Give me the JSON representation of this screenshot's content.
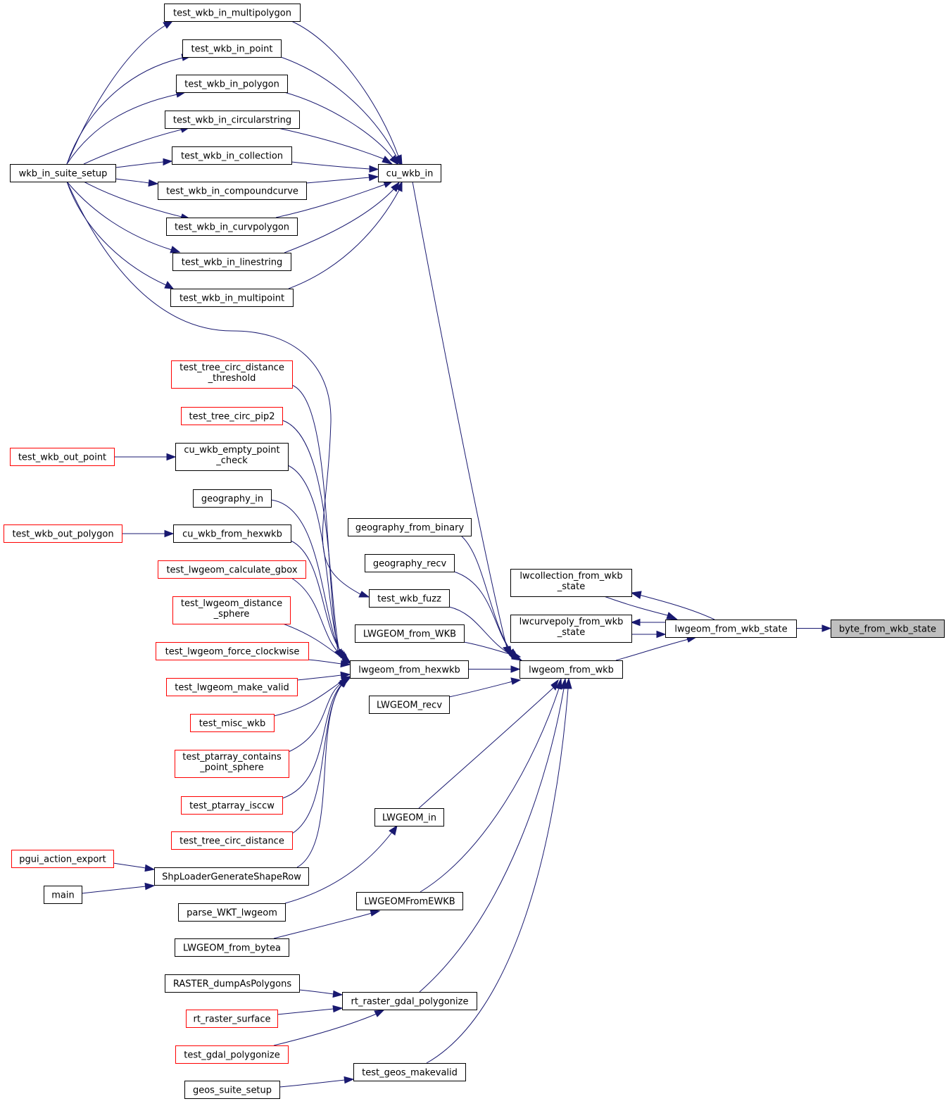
{
  "colors": {
    "edge": "#191970",
    "node_border": "#000000",
    "node_border_truncated": "#ff0000",
    "target_fill": "#bfbfbf",
    "background": "#ffffff"
  },
  "nodes": {
    "byte_from_wkb_state": {
      "lines": [
        "byte_from_wkb_state"
      ],
      "style": "target"
    },
    "lwgeom_from_wkb_state": {
      "lines": [
        "lwgeom_from_wkb_state"
      ],
      "style": "normal"
    },
    "lwcollection_from_wkb_state": {
      "lines": [
        "lwcollection_from_wkb",
        "_state"
      ],
      "style": "normal"
    },
    "lwcurvepoly_from_wkb_state": {
      "lines": [
        "lwcurvepoly_from_wkb",
        "_state"
      ],
      "style": "normal"
    },
    "lwgeom_from_wkb": {
      "lines": [
        "lwgeom_from_wkb"
      ],
      "style": "normal"
    },
    "cu_wkb_in": {
      "lines": [
        "cu_wkb_in"
      ],
      "style": "normal"
    },
    "geography_from_binary": {
      "lines": [
        "geography_from_binary"
      ],
      "style": "normal"
    },
    "geography_recv": {
      "lines": [
        "geography_recv"
      ],
      "style": "normal"
    },
    "test_wkb_fuzz": {
      "lines": [
        "test_wkb_fuzz"
      ],
      "style": "normal"
    },
    "LWGEOM_from_WKB": {
      "lines": [
        "LWGEOM_from_WKB"
      ],
      "style": "normal"
    },
    "lwgeom_from_hexwkb": {
      "lines": [
        "lwgeom_from_hexwkb"
      ],
      "style": "normal"
    },
    "LWGEOM_recv": {
      "lines": [
        "LWGEOM_recv"
      ],
      "style": "normal"
    },
    "LWGEOM_in": {
      "lines": [
        "LWGEOM_in"
      ],
      "style": "normal"
    },
    "LWGEOMFromEWKB": {
      "lines": [
        "LWGEOMFromEWKB"
      ],
      "style": "normal"
    },
    "rt_raster_gdal_polygonize": {
      "lines": [
        "rt_raster_gdal_polygonize"
      ],
      "style": "normal"
    },
    "test_geos_makevalid": {
      "lines": [
        "test_geos_makevalid"
      ],
      "style": "normal"
    },
    "test_wkb_in_multipolygon": {
      "lines": [
        "test_wkb_in_multipolygon"
      ],
      "style": "normal"
    },
    "test_wkb_in_point": {
      "lines": [
        "test_wkb_in_point"
      ],
      "style": "normal"
    },
    "test_wkb_in_polygon": {
      "lines": [
        "test_wkb_in_polygon"
      ],
      "style": "normal"
    },
    "test_wkb_in_circularstring": {
      "lines": [
        "test_wkb_in_circularstring"
      ],
      "style": "normal"
    },
    "test_wkb_in_collection": {
      "lines": [
        "test_wkb_in_collection"
      ],
      "style": "normal"
    },
    "test_wkb_in_compoundcurve": {
      "lines": [
        "test_wkb_in_compoundcurve"
      ],
      "style": "normal"
    },
    "test_wkb_in_curvpolygon": {
      "lines": [
        "test_wkb_in_curvpolygon"
      ],
      "style": "normal"
    },
    "test_wkb_in_linestring": {
      "lines": [
        "test_wkb_in_linestring"
      ],
      "style": "normal"
    },
    "test_wkb_in_multipoint": {
      "lines": [
        "test_wkb_in_multipoint"
      ],
      "style": "normal"
    },
    "wkb_in_suite_setup": {
      "lines": [
        "wkb_in_suite_setup"
      ],
      "style": "normal"
    },
    "test_tree_circ_distance_threshold": {
      "lines": [
        "test_tree_circ_distance",
        "_threshold"
      ],
      "style": "red"
    },
    "test_tree_circ_pip2": {
      "lines": [
        "test_tree_circ_pip2"
      ],
      "style": "red"
    },
    "cu_wkb_empty_point_check": {
      "lines": [
        "cu_wkb_empty_point",
        "_check"
      ],
      "style": "normal"
    },
    "test_wkb_out_point": {
      "lines": [
        "test_wkb_out_point"
      ],
      "style": "red"
    },
    "geography_in": {
      "lines": [
        "geography_in"
      ],
      "style": "normal"
    },
    "cu_wkb_from_hexwkb": {
      "lines": [
        "cu_wkb_from_hexwkb"
      ],
      "style": "normal"
    },
    "test_wkb_out_polygon": {
      "lines": [
        "test_wkb_out_polygon"
      ],
      "style": "red"
    },
    "test_lwgeom_calculate_gbox": {
      "lines": [
        "test_lwgeom_calculate_gbox"
      ],
      "style": "red"
    },
    "test_lwgeom_distance_sphere": {
      "lines": [
        "test_lwgeom_distance",
        "_sphere"
      ],
      "style": "red"
    },
    "test_lwgeom_force_clockwise": {
      "lines": [
        "test_lwgeom_force_clockwise"
      ],
      "style": "red"
    },
    "test_lwgeom_make_valid": {
      "lines": [
        "test_lwgeom_make_valid"
      ],
      "style": "red"
    },
    "test_misc_wkb": {
      "lines": [
        "test_misc_wkb"
      ],
      "style": "red"
    },
    "test_ptarray_contains_point_sphere": {
      "lines": [
        "test_ptarray_contains",
        "_point_sphere"
      ],
      "style": "red"
    },
    "test_ptarray_isccw": {
      "lines": [
        "test_ptarray_isccw"
      ],
      "style": "red"
    },
    "test_tree_circ_distance": {
      "lines": [
        "test_tree_circ_distance"
      ],
      "style": "red"
    },
    "ShpLoaderGenerateShapeRow": {
      "lines": [
        "ShpLoaderGenerateShapeRow"
      ],
      "style": "normal"
    },
    "pgui_action_export": {
      "lines": [
        "pgui_action_export"
      ],
      "style": "red"
    },
    "main": {
      "lines": [
        "main"
      ],
      "style": "normal"
    },
    "parse_WKT_lwgeom": {
      "lines": [
        "parse_WKT_lwgeom"
      ],
      "style": "normal"
    },
    "LWGEOM_from_bytea": {
      "lines": [
        "LWGEOM_from_bytea"
      ],
      "style": "normal"
    },
    "RASTER_dumpAsPolygons": {
      "lines": [
        "RASTER_dumpAsPolygons"
      ],
      "style": "normal"
    },
    "rt_raster_surface": {
      "lines": [
        "rt_raster_surface"
      ],
      "style": "red"
    },
    "test_gdal_polygonize": {
      "lines": [
        "test_gdal_polygonize"
      ],
      "style": "red"
    },
    "geos_suite_setup": {
      "lines": [
        "geos_suite_setup"
      ],
      "style": "normal"
    }
  },
  "edges": [
    {
      "from": "lwgeom_from_wkb_state",
      "to": "byte_from_wkb_state"
    },
    {
      "from": "lwcollection_from_wkb_state",
      "to": "lwgeom_from_wkb_state"
    },
    {
      "from": "lwgeom_from_wkb_state",
      "to": "lwcollection_from_wkb_state"
    },
    {
      "from": "lwcurvepoly_from_wkb_state",
      "to": "lwgeom_from_wkb_state"
    },
    {
      "from": "lwgeom_from_wkb_state",
      "to": "lwcurvepoly_from_wkb_state"
    },
    {
      "from": "lwgeom_from_wkb",
      "to": "lwgeom_from_wkb_state"
    },
    {
      "from": "cu_wkb_in",
      "to": "lwgeom_from_wkb"
    },
    {
      "from": "geography_from_binary",
      "to": "lwgeom_from_wkb"
    },
    {
      "from": "geography_recv",
      "to": "lwgeom_from_wkb"
    },
    {
      "from": "test_wkb_fuzz",
      "to": "lwgeom_from_wkb"
    },
    {
      "from": "LWGEOM_from_WKB",
      "to": "lwgeom_from_wkb"
    },
    {
      "from": "lwgeom_from_hexwkb",
      "to": "lwgeom_from_wkb"
    },
    {
      "from": "LWGEOM_recv",
      "to": "lwgeom_from_wkb"
    },
    {
      "from": "LWGEOM_in",
      "to": "lwgeom_from_wkb"
    },
    {
      "from": "LWGEOMFromEWKB",
      "to": "lwgeom_from_wkb"
    },
    {
      "from": "rt_raster_gdal_polygonize",
      "to": "lwgeom_from_wkb"
    },
    {
      "from": "test_geos_makevalid",
      "to": "lwgeom_from_wkb"
    },
    {
      "from": "test_wkb_in_multipolygon",
      "to": "cu_wkb_in"
    },
    {
      "from": "test_wkb_in_point",
      "to": "cu_wkb_in"
    },
    {
      "from": "test_wkb_in_polygon",
      "to": "cu_wkb_in"
    },
    {
      "from": "test_wkb_in_circularstring",
      "to": "cu_wkb_in"
    },
    {
      "from": "test_wkb_in_collection",
      "to": "cu_wkb_in"
    },
    {
      "from": "test_wkb_in_compoundcurve",
      "to": "cu_wkb_in"
    },
    {
      "from": "test_wkb_in_curvpolygon",
      "to": "cu_wkb_in"
    },
    {
      "from": "test_wkb_in_linestring",
      "to": "cu_wkb_in"
    },
    {
      "from": "test_wkb_in_multipoint",
      "to": "cu_wkb_in"
    },
    {
      "from": "wkb_in_suite_setup",
      "to": "test_wkb_in_multipolygon"
    },
    {
      "from": "wkb_in_suite_setup",
      "to": "test_wkb_in_point"
    },
    {
      "from": "wkb_in_suite_setup",
      "to": "test_wkb_in_polygon"
    },
    {
      "from": "wkb_in_suite_setup",
      "to": "test_wkb_in_circularstring"
    },
    {
      "from": "wkb_in_suite_setup",
      "to": "test_wkb_in_collection"
    },
    {
      "from": "wkb_in_suite_setup",
      "to": "test_wkb_in_compoundcurve"
    },
    {
      "from": "wkb_in_suite_setup",
      "to": "test_wkb_in_curvpolygon"
    },
    {
      "from": "wkb_in_suite_setup",
      "to": "test_wkb_in_linestring"
    },
    {
      "from": "wkb_in_suite_setup",
      "to": "test_wkb_in_multipoint"
    },
    {
      "from": "wkb_in_suite_setup",
      "to": "test_wkb_fuzz"
    },
    {
      "from": "test_tree_circ_distance_threshold",
      "to": "lwgeom_from_hexwkb"
    },
    {
      "from": "test_tree_circ_pip2",
      "to": "lwgeom_from_hexwkb"
    },
    {
      "from": "cu_wkb_empty_point_check",
      "to": "lwgeom_from_hexwkb"
    },
    {
      "from": "test_wkb_out_point",
      "to": "cu_wkb_empty_point_check"
    },
    {
      "from": "geography_in",
      "to": "lwgeom_from_hexwkb"
    },
    {
      "from": "cu_wkb_from_hexwkb",
      "to": "lwgeom_from_hexwkb"
    },
    {
      "from": "test_wkb_out_polygon",
      "to": "cu_wkb_from_hexwkb"
    },
    {
      "from": "test_lwgeom_calculate_gbox",
      "to": "lwgeom_from_hexwkb"
    },
    {
      "from": "test_lwgeom_distance_sphere",
      "to": "lwgeom_from_hexwkb"
    },
    {
      "from": "test_lwgeom_force_clockwise",
      "to": "lwgeom_from_hexwkb"
    },
    {
      "from": "test_lwgeom_make_valid",
      "to": "lwgeom_from_hexwkb"
    },
    {
      "from": "test_misc_wkb",
      "to": "lwgeom_from_hexwkb"
    },
    {
      "from": "test_ptarray_contains_point_sphere",
      "to": "lwgeom_from_hexwkb"
    },
    {
      "from": "test_ptarray_isccw",
      "to": "lwgeom_from_hexwkb"
    },
    {
      "from": "test_tree_circ_distance",
      "to": "lwgeom_from_hexwkb"
    },
    {
      "from": "ShpLoaderGenerateShapeRow",
      "to": "lwgeom_from_hexwkb"
    },
    {
      "from": "pgui_action_export",
      "to": "ShpLoaderGenerateShapeRow"
    },
    {
      "from": "main",
      "to": "ShpLoaderGenerateShapeRow"
    },
    {
      "from": "parse_WKT_lwgeom",
      "to": "LWGEOM_in"
    },
    {
      "from": "LWGEOM_from_bytea",
      "to": "LWGEOMFromEWKB"
    },
    {
      "from": "RASTER_dumpAsPolygons",
      "to": "rt_raster_gdal_polygonize"
    },
    {
      "from": "rt_raster_surface",
      "to": "rt_raster_gdal_polygonize"
    },
    {
      "from": "test_gdal_polygonize",
      "to": "rt_raster_gdal_polygonize"
    },
    {
      "from": "geos_suite_setup",
      "to": "test_geos_makevalid"
    }
  ]
}
